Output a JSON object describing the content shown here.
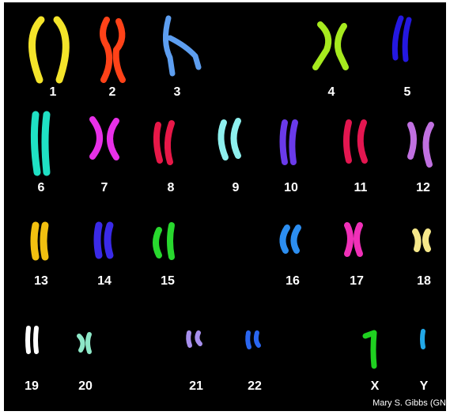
{
  "chromosomes": [
    {
      "label": "1",
      "color": "#f4e42a"
    },
    {
      "label": "2",
      "color": "#ff4218"
    },
    {
      "label": "3",
      "color": "#5d9ef0"
    },
    {
      "label": "4",
      "color": "#a6ea1e"
    },
    {
      "label": "5",
      "color": "#2418e0"
    },
    {
      "label": "6",
      "color": "#1fe0c4"
    },
    {
      "label": "7",
      "color": "#e830e8"
    },
    {
      "label": "8",
      "color": "#e81848"
    },
    {
      "label": "9",
      "color": "#8ef0ee"
    },
    {
      "label": "10",
      "color": "#6a3aea"
    },
    {
      "label": "11",
      "color": "#e41650"
    },
    {
      "label": "12",
      "color": "#c070e0"
    },
    {
      "label": "13",
      "color": "#f2c010"
    },
    {
      "label": "14",
      "color": "#3a2ae8"
    },
    {
      "label": "15",
      "color": "#28d82e"
    },
    {
      "label": "16",
      "color": "#2c8ef0"
    },
    {
      "label": "17",
      "color": "#f030b8"
    },
    {
      "label": "18",
      "color": "#f6e88a"
    },
    {
      "label": "19",
      "color": "#ffffff"
    },
    {
      "label": "20",
      "color": "#8ee8c8"
    },
    {
      "label": "21",
      "color": "#a890ee"
    },
    {
      "label": "22",
      "color": "#2a66f0"
    },
    {
      "label": "X",
      "color": "#1fd020"
    },
    {
      "label": "Y",
      "color": "#22a8e8"
    }
  ],
  "credit": "Mary S. Gibbs (GN"
}
